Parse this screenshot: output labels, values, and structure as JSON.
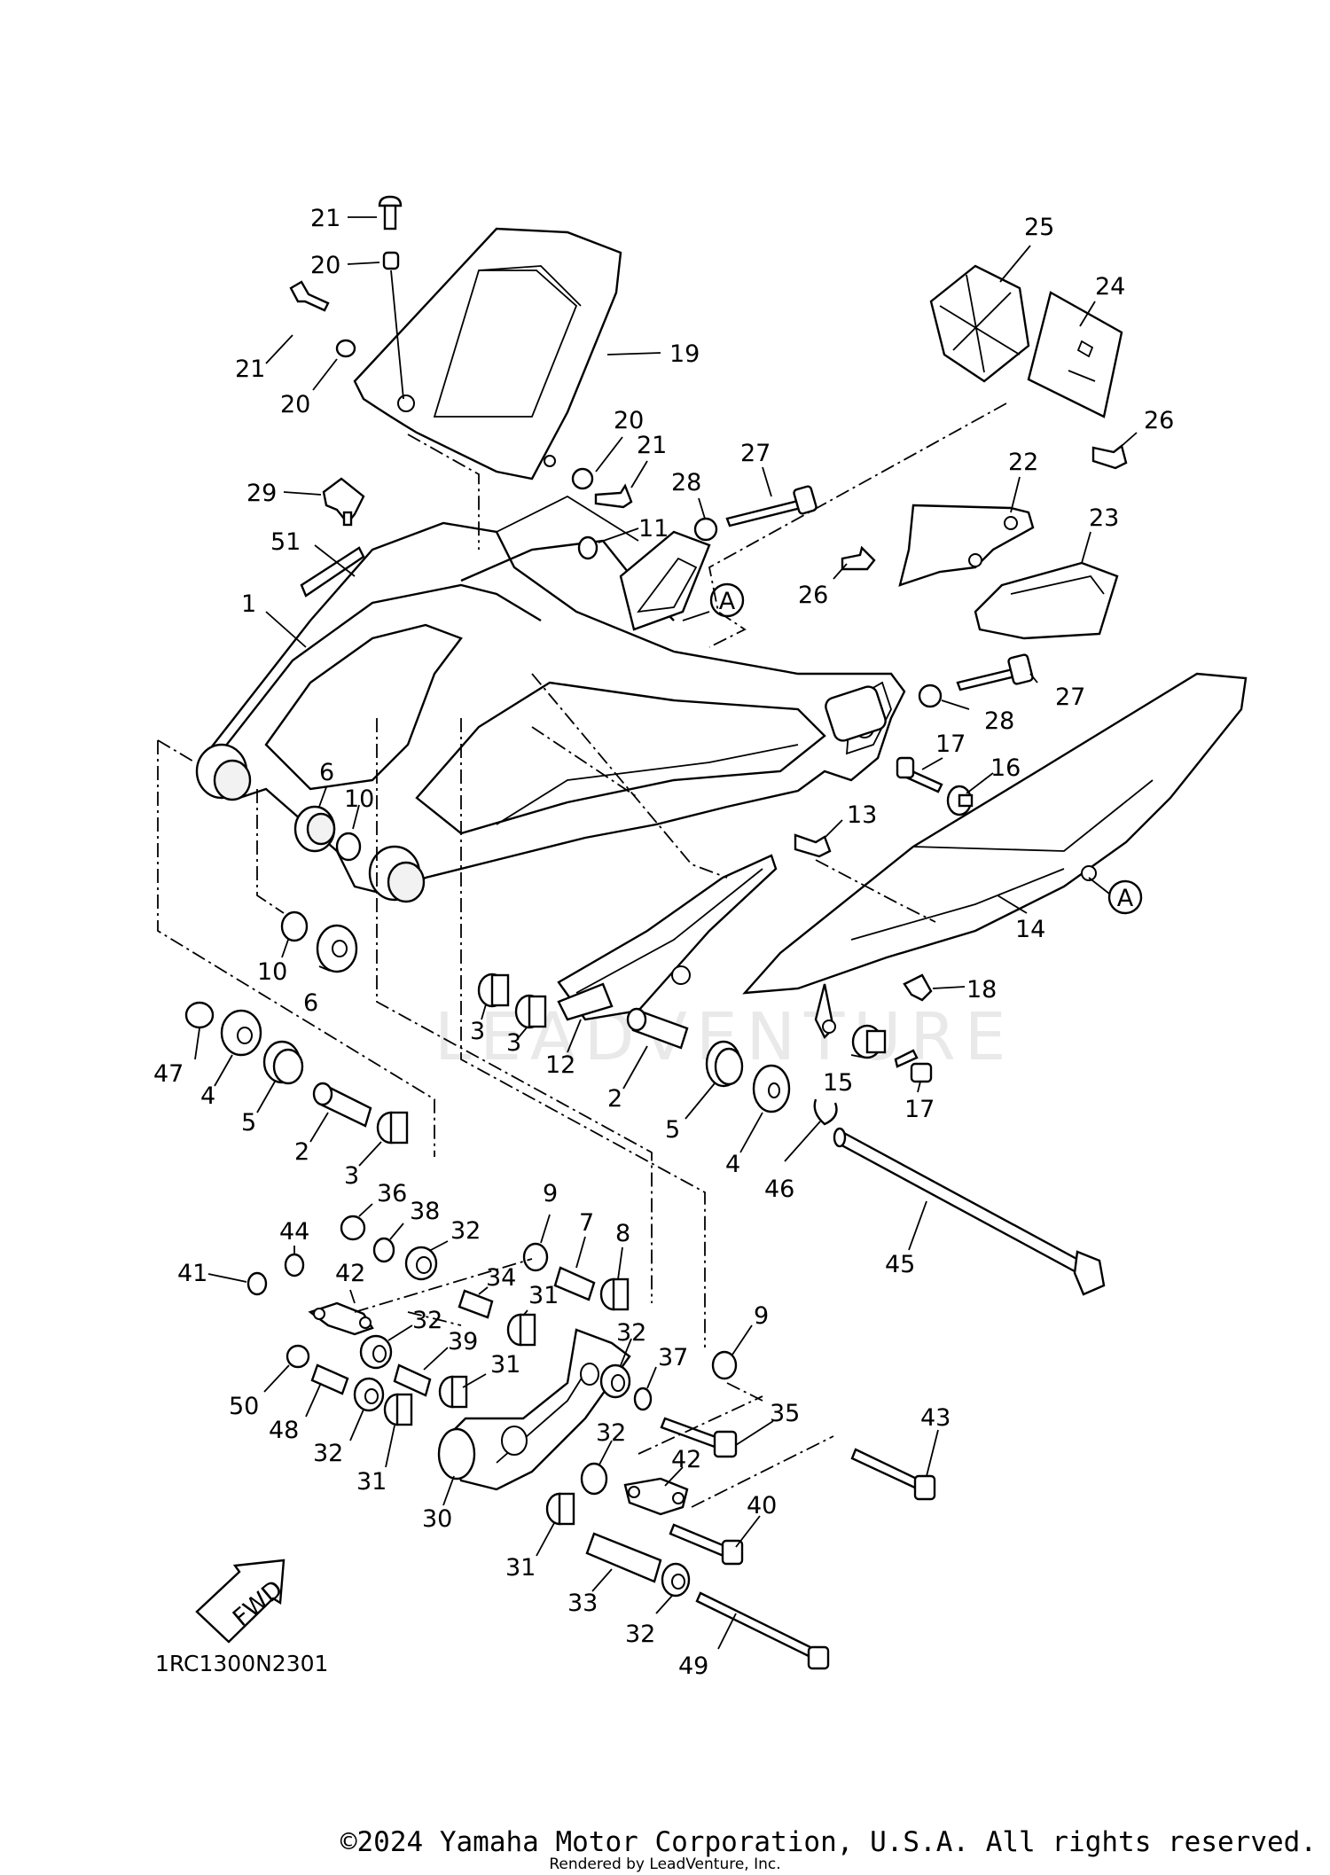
{
  "diagram_code": "1RC1300N2301",
  "watermark": "LEADVENTURE",
  "fwd_label": "FWD",
  "ref_marker": "A",
  "footer": {
    "copyright": "©2024 Yamaha Motor Corporation, U.S.A. All rights reserved.",
    "rendered_by": "Rendered by LeadVenture, Inc."
  },
  "callouts": [
    {
      "id": "c21a",
      "text": "21"
    },
    {
      "id": "c20a",
      "text": "20"
    },
    {
      "id": "c21b",
      "text": "21"
    },
    {
      "id": "c20b",
      "text": "20"
    },
    {
      "id": "c19",
      "text": "19"
    },
    {
      "id": "c25",
      "text": "25"
    },
    {
      "id": "c24",
      "text": "24"
    },
    {
      "id": "c26a",
      "text": "26"
    },
    {
      "id": "c20c",
      "text": "20"
    },
    {
      "id": "c21c",
      "text": "21"
    },
    {
      "id": "c27a",
      "text": "27"
    },
    {
      "id": "c28a",
      "text": "28"
    },
    {
      "id": "c22",
      "text": "22"
    },
    {
      "id": "c29",
      "text": "29"
    },
    {
      "id": "c11",
      "text": "11"
    },
    {
      "id": "c23",
      "text": "23"
    },
    {
      "id": "c51",
      "text": "51"
    },
    {
      "id": "c26b",
      "text": "26"
    },
    {
      "id": "c1",
      "text": "1"
    },
    {
      "id": "c27b",
      "text": "27"
    },
    {
      "id": "c28b",
      "text": "28"
    },
    {
      "id": "c17a",
      "text": "17"
    },
    {
      "id": "c16",
      "text": "16"
    },
    {
      "id": "c6a",
      "text": "6"
    },
    {
      "id": "c10a",
      "text": "10"
    },
    {
      "id": "c13",
      "text": "13"
    },
    {
      "id": "c10b",
      "text": "10"
    },
    {
      "id": "c6b",
      "text": "6"
    },
    {
      "id": "c14",
      "text": "14"
    },
    {
      "id": "c18",
      "text": "18"
    },
    {
      "id": "c3a",
      "text": "3"
    },
    {
      "id": "c3b",
      "text": "3"
    },
    {
      "id": "c12",
      "text": "12"
    },
    {
      "id": "c47",
      "text": "47"
    },
    {
      "id": "c4a",
      "text": "4"
    },
    {
      "id": "c5a",
      "text": "5"
    },
    {
      "id": "c2a",
      "text": "2"
    },
    {
      "id": "c3c",
      "text": "3"
    },
    {
      "id": "c2b",
      "text": "2"
    },
    {
      "id": "c15",
      "text": "15"
    },
    {
      "id": "c17b",
      "text": "17"
    },
    {
      "id": "c5b",
      "text": "5"
    },
    {
      "id": "c4b",
      "text": "4"
    },
    {
      "id": "c46",
      "text": "46"
    },
    {
      "id": "c45",
      "text": "45"
    },
    {
      "id": "c36",
      "text": "36"
    },
    {
      "id": "c9a",
      "text": "9"
    },
    {
      "id": "c38",
      "text": "38"
    },
    {
      "id": "c7",
      "text": "7"
    },
    {
      "id": "c44",
      "text": "44"
    },
    {
      "id": "c32a",
      "text": "32"
    },
    {
      "id": "c8",
      "text": "8"
    },
    {
      "id": "c41",
      "text": "41"
    },
    {
      "id": "c42a",
      "text": "42"
    },
    {
      "id": "c34",
      "text": "34"
    },
    {
      "id": "c31a",
      "text": "31"
    },
    {
      "id": "c32b",
      "text": "32"
    },
    {
      "id": "c39",
      "text": "39"
    },
    {
      "id": "c32c",
      "text": "32"
    },
    {
      "id": "c9b",
      "text": "9"
    },
    {
      "id": "c37",
      "text": "37"
    },
    {
      "id": "c31b",
      "text": "31"
    },
    {
      "id": "c50",
      "text": "50"
    },
    {
      "id": "c48",
      "text": "48"
    },
    {
      "id": "c35",
      "text": "35"
    },
    {
      "id": "c32d",
      "text": "32"
    },
    {
      "id": "c43",
      "text": "43"
    },
    {
      "id": "c32e",
      "text": "32"
    },
    {
      "id": "c31c",
      "text": "31"
    },
    {
      "id": "c42b",
      "text": "42"
    },
    {
      "id": "c30",
      "text": "30"
    },
    {
      "id": "c40",
      "text": "40"
    },
    {
      "id": "c31d",
      "text": "31"
    },
    {
      "id": "c33",
      "text": "33"
    },
    {
      "id": "c32f",
      "text": "32"
    },
    {
      "id": "c49",
      "text": "49"
    }
  ]
}
